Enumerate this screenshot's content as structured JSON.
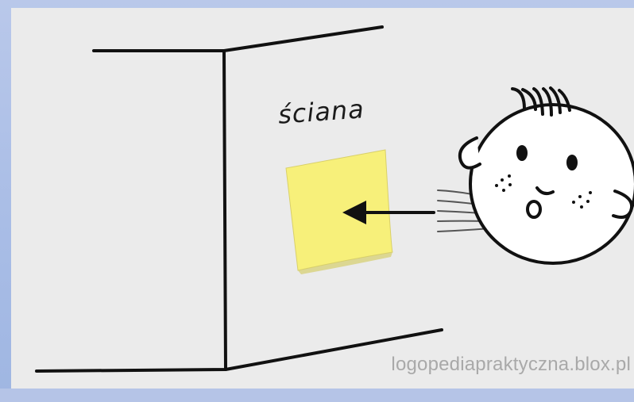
{
  "illustration": {
    "wall_label": "ściana",
    "watermark": "logopediapraktyczna.blox.pl",
    "colors": {
      "background_border": "#b9c8ea",
      "panel": "#ebebeb",
      "sticky_note": "#f7f07a",
      "line": "#111111",
      "watermark": "#a9a9a9"
    },
    "icons": [
      "wall-drawing",
      "sticky-note-icon",
      "arrow-left-icon",
      "blowing-face-icon",
      "breath-lines-icon"
    ]
  }
}
